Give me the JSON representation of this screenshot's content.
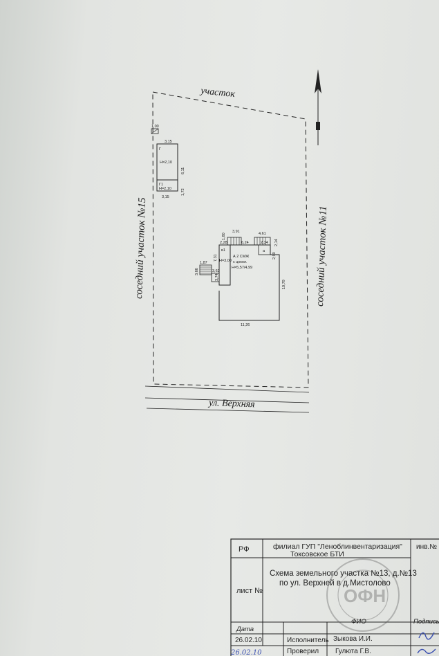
{
  "plan": {
    "north_label": "участок",
    "south_label": "ул. Верхняя",
    "west_label": "соседний участок №15",
    "east_label": "соседний участок №11",
    "outbuilding": {
      "dim_top_small": "1,00",
      "dim_top": "3,15",
      "letter_top": "Г",
      "height_top": "Н=2,10",
      "dim_side": "6,11",
      "letter_bottom": "Г1",
      "height_bottom": "Н=2,10",
      "dim_side_bottom": "1,72",
      "dim_bottom": "3,15"
    },
    "house": {
      "dim_porch_top": "3,91",
      "dim_porch_side": "1,80",
      "dim_v1_width": "2,28",
      "dim_main_top": "6,24",
      "dim_right_porch": "4,61",
      "dim_right_side": "2,14",
      "dim_a_width": "2,34",
      "dim_a_side": "2,90",
      "letter_v1": "в1",
      "height_v1": "Н=3,00",
      "dim_v1_side": "7,31",
      "main_label": "А 2 СМЖ",
      "main_sub": "с цокол.",
      "main_height": "Н=5,57/4,99",
      "letter_a": "а",
      "dim_left_top": "1,87",
      "dim_left_side": "3,66",
      "dim_left_width": "3,62",
      "dim_left_small": "3,74",
      "dim_right": "10,79",
      "dim_bottom": "11,26"
    }
  },
  "title_block": {
    "rf": "РФ",
    "org_line1": "филиал  ГУП  \"Леноблинвентаризация\"",
    "org_line2": "Токсовское БТИ",
    "inv_label": "инв.№",
    "sheet_label": "лист №",
    "scheme_line1": "Схема земельного участка №13, д.№13",
    "scheme_line2": "по ул. Верхней в д.Мистолово",
    "date_header": "Дата",
    "fio_header": "ФИО",
    "sign_header": "Подпись",
    "row1_date": "26.02.10",
    "row1_role": "Исполнитель",
    "row1_name": "Зыкова И.И.",
    "row2_role": "Проверил",
    "row2_name": "Гулюта Г.В.",
    "row2_date_handwritten": "26.02.10",
    "stamp_text": "ОФН"
  }
}
